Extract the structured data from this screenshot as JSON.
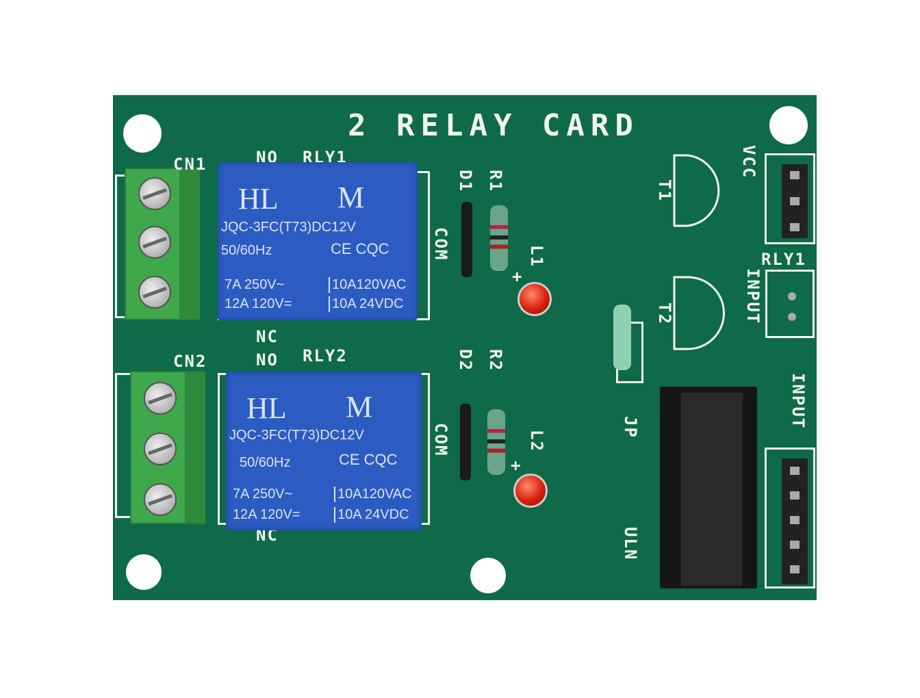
{
  "board": {
    "title": "2 RELAY CARD",
    "connectors": [
      "CN1",
      "CN2"
    ],
    "relay_labels": {
      "rly1": "RLY1",
      "rly2": "RLY2",
      "no": "NO",
      "nc": "NC",
      "com": "COM"
    },
    "parts": {
      "d1": "D1",
      "r1": "R1",
      "d2": "D2",
      "r2": "R2",
      "l1": "L1",
      "l2": "L2",
      "plus": "+",
      "t1": "T1",
      "t2": "T2",
      "jp": "JP",
      "uln": "ULN"
    },
    "header_labels": {
      "vcc": "VCC",
      "rly1": "RLY1",
      "input1": "INPUT",
      "input2": "INPUT"
    }
  },
  "relay": {
    "brand": "HL",
    "maker_mark": "M",
    "model": "JQC-3FC(T73)DC12V",
    "freq": "50/60Hz",
    "cert": "CE CQC",
    "rating1": "7A  250V~",
    "rating2": "12A 120V=",
    "rating3": "10A120VAC",
    "rating4": "10A 24VDC"
  },
  "colors": {
    "pcb": "#0e6a48",
    "relay": "#2c5cc2",
    "terminal": "#3ea84a",
    "led": "#d8200e"
  }
}
